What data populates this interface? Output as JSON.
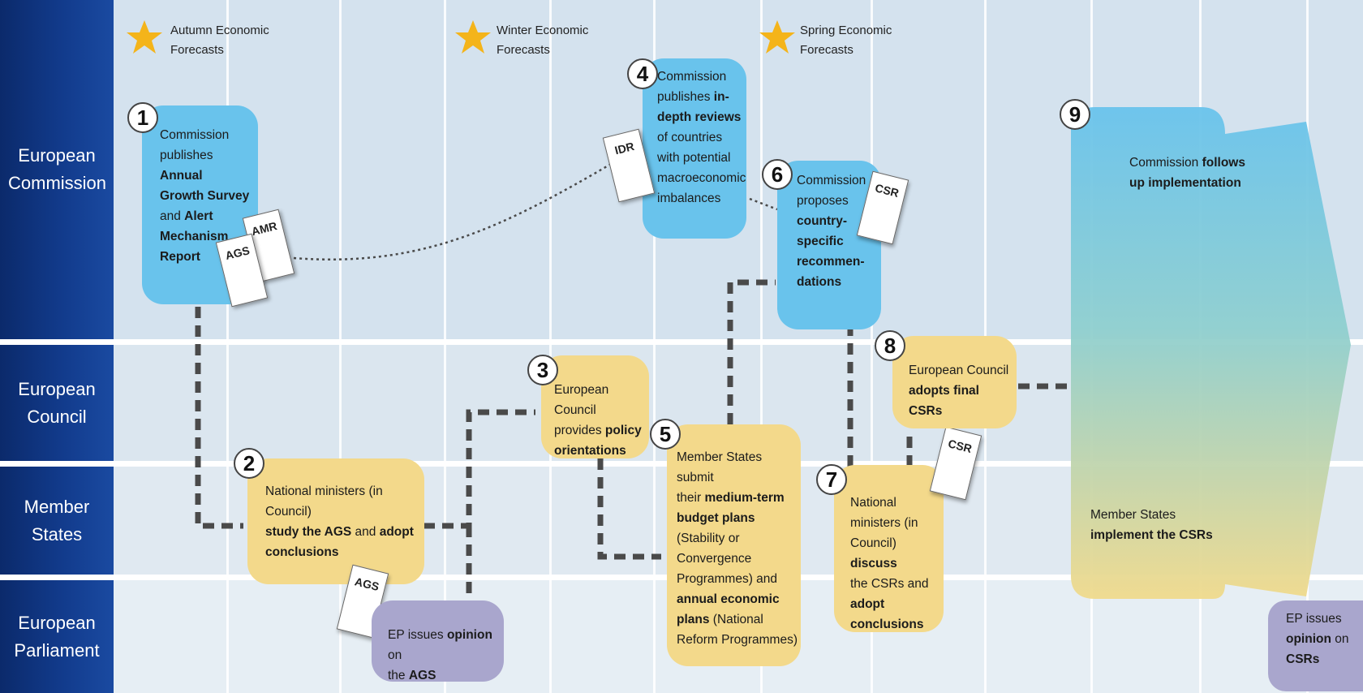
{
  "rows": {
    "commission": "European Commission",
    "council": "European Council",
    "member_states": "Member States",
    "parliament": "European Parliament"
  },
  "forecasts": {
    "autumn_1": "Autumn Economic",
    "autumn_2": "Forecasts",
    "winter_1": "Winter Economic",
    "winter_2": "Forecasts",
    "spring_1": "Spring Economic",
    "spring_2": "Forecasts"
  },
  "steps": {
    "s1": {
      "num": "1",
      "lines": [
        "Commission",
        "publishes ",
        "Annual",
        "Growth Survey",
        "and ",
        "Alert",
        "Mechanism",
        "Report"
      ]
    },
    "s2": {
      "num": "2",
      "a": "National ministers (in Council)",
      "b1": "study the AGS",
      "b2": " and ",
      "b3": "adopt",
      "c": "conclusions"
    },
    "s3": {
      "num": "3",
      "a": "European Council",
      "b1": "provides ",
      "b2": "policy",
      "c": "orientations"
    },
    "s4": {
      "num": "4",
      "l1": "Commission",
      "l2a": "publishes ",
      "l2b": "in-",
      "l3": "depth reviews",
      "l4": "of countries",
      "l5": "with potential",
      "l6": "macroeconomic",
      "l7": "imbalances"
    },
    "s5": {
      "num": "5",
      "l1": "Member States submit",
      "l2a": "their ",
      "l2b": "medium-term",
      "l3": "budget plans",
      "l4": "(Stability or",
      "l5": "Convergence",
      "l6": "Programmes) and",
      "l7": "annual economic",
      "l8a": "plans",
      "l8b": " (National",
      "l9": "Reform Programmes)"
    },
    "s6": {
      "num": "6",
      "l1": "Commission",
      "l2": "proposes",
      "l3": "country-",
      "l4": "specific",
      "l5": "recommen-",
      "l6": "dations"
    },
    "s7": {
      "num": "7",
      "l1": "National",
      "l2": "ministers (in",
      "l3a": "Council) ",
      "l3b": "discuss",
      "l4": "the CSRs and",
      "l5": "adopt",
      "l6": "conclusions"
    },
    "s8": {
      "num": "8",
      "a": "European Council",
      "b": "adopts final CSRs"
    },
    "s9": {
      "num": "9",
      "l1a": "Commission ",
      "l1b": "follows",
      "l2": "up implementation",
      "m1": "Member States",
      "m2": "implement the CSRs"
    },
    "ep1": {
      "a1": "EP issues ",
      "a2": "opinion",
      "a3": " on",
      "b1": "the ",
      "b2": "AGS"
    },
    "ep2": {
      "l1": "EP issues",
      "l2a": "opinion",
      "l2b": " on",
      "l3": "CSRs"
    }
  },
  "documents": {
    "ags_1": "AGS",
    "amr": "AMR",
    "idr": "IDR",
    "csr_1": "CSR",
    "csr_2": "CSR",
    "ags_2": "AGS"
  },
  "colors": {
    "commission_band": "#d4e2ee",
    "council_band": "#dbe6ef",
    "member_band": "#e0e9f1",
    "parliament_band": "#e6eef4",
    "row_label": "#0b2a6b",
    "commission_box": "#69c3ec",
    "council_box": "#f3d98b",
    "parliament_box": "#a9a6cd",
    "star": "#f4b41a"
  }
}
